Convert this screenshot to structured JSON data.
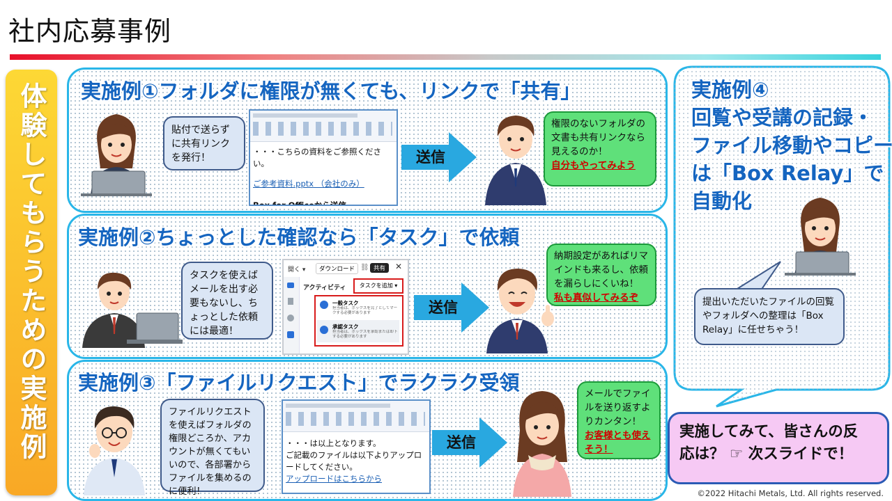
{
  "title": "社内応募事例",
  "side_banner": "体験してもらうための実施例",
  "case1": {
    "title": "実施例①フォルダに権限が無くても、リンクで「共有」",
    "left_bubble": "貼付で送らずに共有リンクを発行！",
    "mail": {
      "line1": "・・・こちらの資料をご参照ください。",
      "link": "ご参考資料.pptx （会社のみ）",
      "footer": "Box for Officeから送信"
    },
    "arrow": "送信",
    "right_bubble": "権限のないフォルダの文書も共有リンクなら見えるのか！",
    "right_emphasis": "自分もやってみよう"
  },
  "case2": {
    "title": "実施例②ちょっとした確認なら「タスク」で依頼",
    "left_bubble": "タスクを使えばメールを出す必要もないし、ちょっとした依頼には最適！",
    "panel": {
      "open": "開く",
      "download": "ダウンロード",
      "share": "共有",
      "activity": "アクティビティ",
      "add_task": "タスクを追加",
      "task1_title": "一般タスク",
      "task1_desc": "担当者は、ボックスを完了としてマークする必要があります",
      "task2_title": "承認タスク",
      "task2_desc": "担当者は、ボックスを承認または却下する必要があります"
    },
    "arrow": "送信",
    "right_bubble": "納期設定があればリマインドも来るし、依頼を漏らしにくいね！",
    "right_emphasis": "私も真似してみるぞ"
  },
  "case3": {
    "title": "実施例③「ファイルリクエスト」でラクラク受領",
    "left_bubble": "ファイルリクエストを使えばフォルダの権限どころか、アカウントが無くてもいいので、各部署からファイルを集めるのに便利！",
    "mail": {
      "line1": "・・・は以上となります。",
      "line2": "ご記載のファイルは以下よりアップロードしてください。",
      "link": "アップロードはこちらから"
    },
    "arrow": "送信",
    "right_bubble": "メールでファイルを送り返すよりカンタン！",
    "right_emphasis": "お客様とも使えそう！"
  },
  "case4": {
    "title_lines": [
      "実施例④",
      "回覧や受講の記録・",
      "ファイル移動やコピー",
      "は「Box Relay」で",
      "自動化"
    ],
    "bubble": "提出いただいたファイルの回覧やフォルダへの整理は「Box Relay」に任せちゃう！"
  },
  "teaser": {
    "line1": "実施してみて、皆さんの反",
    "line2": "応は？",
    "pointer": "☞",
    "line3": "次スライドで！"
  },
  "copyright": "©2022 Hitachi Metals, Ltd. All rights reserved.",
  "colors": {
    "panel_border": "#29b6e8",
    "title_blue": "#1565c0",
    "arrow_blue": "#29a8e0",
    "green_bubble": "#5fe07a",
    "banner_yellow": "#f9c21a",
    "teaser_pink": "#f6c9f4"
  }
}
